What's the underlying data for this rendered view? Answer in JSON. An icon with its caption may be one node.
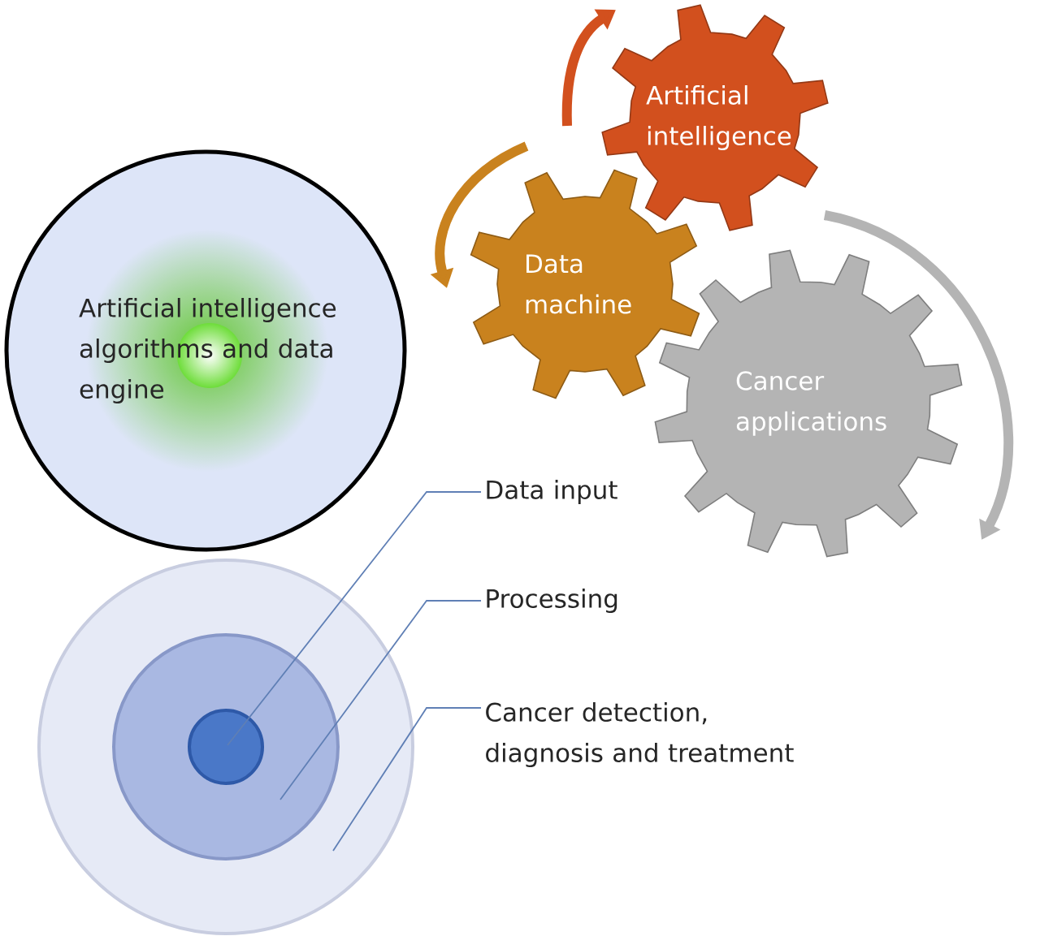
{
  "diagram": {
    "nodes": [
      {
        "text": [
          "Artificial intelligence algorithms and data engine"
        ]
      },
      {
        "text": [
          "Artificial intelligence"
        ]
      },
      {
        "text": [
          "Data machine"
        ]
      },
      {
        "text": [
          "Cancer applications"
        ]
      },
      {
        "text": [],
        "shape": "circle"
      },
      {
        "text": [],
        "shape": "circle",
        "in": 4
      },
      {
        "text": [],
        "shape": "circle",
        "in": 5
      },
      {
        "text": [
          "Data input"
        ]
      },
      {
        "text": [
          "Processing"
        ]
      },
      {
        "text": [
          "Cancer detection, diagnosis and treatment"
        ]
      }
    ],
    "edges": [
      {
        "from": 7,
        "to": 6,
        "arrow": "none"
      },
      {
        "from": 8,
        "to": 5,
        "arrow": "none"
      },
      {
        "from": 9,
        "to": 4,
        "arrow": "none"
      }
    ]
  }
}
